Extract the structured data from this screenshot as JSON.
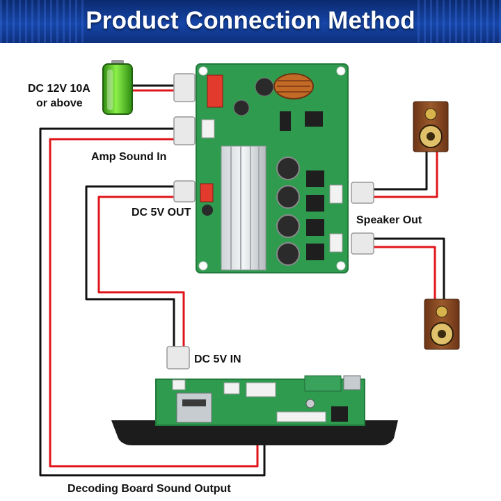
{
  "title": "Product Connection Method",
  "labels": {
    "power_line1": "DC 12V 10A",
    "power_line2": "or above",
    "amp_sound_in": "Amp Sound In",
    "dc5v_out": "DC 5V OUT",
    "speaker_out": "Speaker Out",
    "dc5v_in": "DC 5V IN",
    "decoder_output": "Decoding Board Sound Output"
  },
  "colors": {
    "banner": "#1646a8",
    "pcb": "#2f9b4f",
    "wire_red": "#e0151b",
    "wire_black": "#111111",
    "speaker_wood": "#8a4b25",
    "battery": "#5fd02b"
  }
}
